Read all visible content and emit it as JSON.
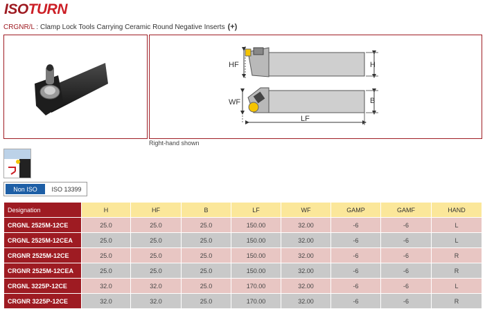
{
  "brand": {
    "part1": "ISO",
    "part2": "TURN"
  },
  "subtitle": {
    "code": "CRGNR/L",
    "separator": " : ",
    "description": "Clamp Lock Tools Carrying Ceramic Round Negative Inserts",
    "expand": "(+)"
  },
  "diagram": {
    "labels": {
      "hf": "HF",
      "h": "H",
      "wf": "WF",
      "b": "B",
      "lf": "LF"
    }
  },
  "caption": "Right-hand shown",
  "tabs": [
    {
      "label": "Non ISO",
      "active": true
    },
    {
      "label": "ISO 13399",
      "active": false
    }
  ],
  "table": {
    "headers": [
      "Designation",
      "H",
      "HF",
      "B",
      "LF",
      "WF",
      "GAMP",
      "GAMF",
      "HAND"
    ],
    "rows": [
      [
        "CRGNL 2525M-12CE",
        "25.0",
        "25.0",
        "25.0",
        "150.00",
        "32.00",
        "-6",
        "-6",
        "L"
      ],
      [
        "CRGNL 2525M-12CEA",
        "25.0",
        "25.0",
        "25.0",
        "150.00",
        "32.00",
        "-6",
        "-6",
        "L"
      ],
      [
        "CRGNR 2525M-12CE",
        "25.0",
        "25.0",
        "25.0",
        "150.00",
        "32.00",
        "-6",
        "-6",
        "R"
      ],
      [
        "CRGNR 2525M-12CEA",
        "25.0",
        "25.0",
        "25.0",
        "150.00",
        "32.00",
        "-6",
        "-6",
        "R"
      ],
      [
        "CRGNL 3225P-12CE",
        "32.0",
        "32.0",
        "25.0",
        "170.00",
        "32.00",
        "-6",
        "-6",
        "L"
      ],
      [
        "CRGNR 3225P-12CE",
        "32.0",
        "32.0",
        "25.0",
        "170.00",
        "32.00",
        "-6",
        "-6",
        "R"
      ]
    ]
  },
  "colors": {
    "brand_red": "#9e1b22",
    "header_yellow": "#fbe79a",
    "row_pink": "#e8c6c3",
    "row_gray": "#c9c9c9",
    "tab_blue": "#1e5fa6",
    "insert_yellow": "#f5c400"
  }
}
